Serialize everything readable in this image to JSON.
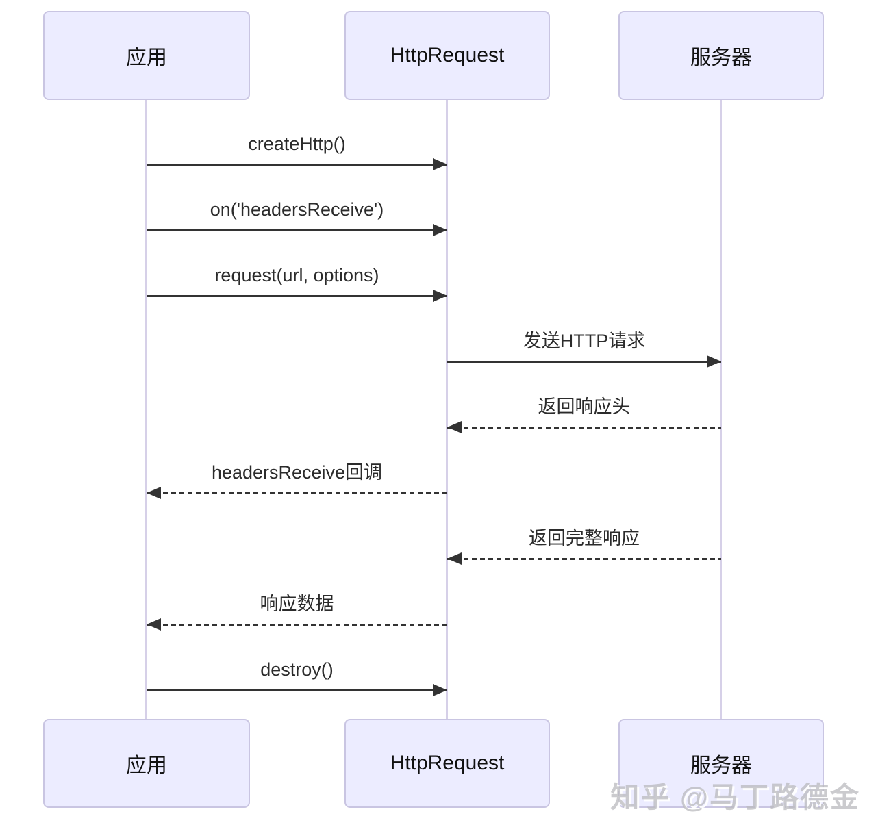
{
  "diagram": {
    "type": "sequence-diagram",
    "colors": {
      "actor_fill": "#ececff",
      "actor_border": "#c9c5e2",
      "lifeline": "#d6d0e8",
      "arrow": "#333333"
    }
  },
  "actors": [
    {
      "id": "app",
      "label": "应用"
    },
    {
      "id": "httprequest",
      "label": "HttpRequest"
    },
    {
      "id": "server",
      "label": "服务器"
    }
  ],
  "messages": [
    {
      "label": "createHttp()",
      "from": "app",
      "to": "httprequest",
      "line": "solid",
      "direction": "right"
    },
    {
      "label": "on('headersReceive')",
      "from": "app",
      "to": "httprequest",
      "line": "solid",
      "direction": "right"
    },
    {
      "label": "request(url, options)",
      "from": "app",
      "to": "httprequest",
      "line": "solid",
      "direction": "right"
    },
    {
      "label": "发送HTTP请求",
      "from": "httprequest",
      "to": "server",
      "line": "solid",
      "direction": "right"
    },
    {
      "label": "返回响应头",
      "from": "server",
      "to": "httprequest",
      "line": "dashed",
      "direction": "left"
    },
    {
      "label": "headersReceive回调",
      "from": "httprequest",
      "to": "app",
      "line": "dashed",
      "direction": "left"
    },
    {
      "label": "返回完整响应",
      "from": "server",
      "to": "httprequest",
      "line": "dashed",
      "direction": "left"
    },
    {
      "label": "响应数据",
      "from": "httprequest",
      "to": "app",
      "line": "dashed",
      "direction": "left"
    },
    {
      "label": "destroy()",
      "from": "app",
      "to": "httprequest",
      "line": "solid",
      "direction": "right"
    }
  ],
  "watermark": {
    "text": "知乎 @马丁路德金"
  }
}
